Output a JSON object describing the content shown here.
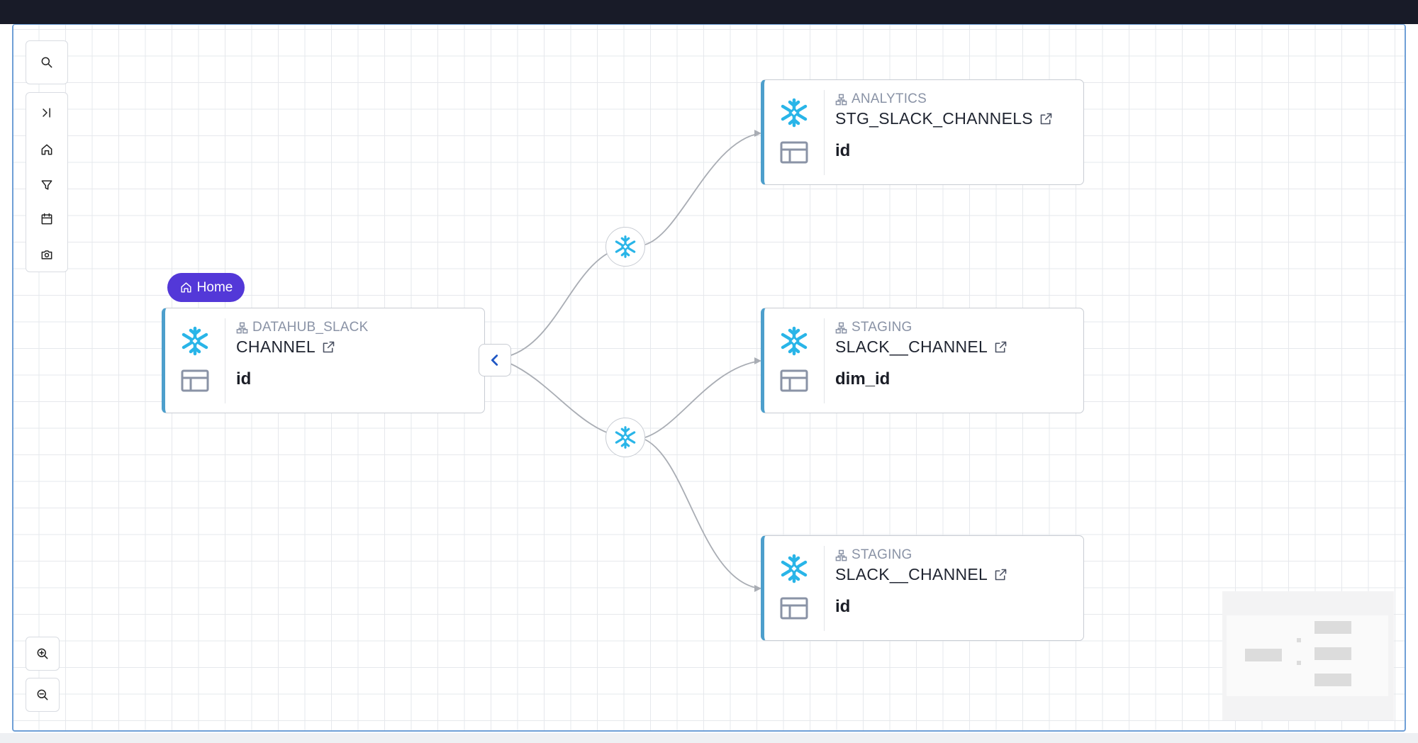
{
  "toolbar": {
    "search_icon": "search-icon",
    "top_group": [
      "collapse-panel-icon",
      "home-icon",
      "filter-icon",
      "calendar-icon",
      "camera-icon"
    ],
    "zoom_in_icon": "zoom-in-icon",
    "zoom_out_icon": "zoom-out-icon"
  },
  "home_badge": {
    "label": "Home",
    "icon": "home-icon",
    "color": "#5338d8"
  },
  "nodes": [
    {
      "platform": "snowflake",
      "schema": "DATAHUB_SLACK",
      "name": "CHANNEL",
      "column": "id"
    },
    {
      "platform": "snowflake",
      "schema": "ANALYTICS",
      "name": "STG_SLACK_CHANNELS",
      "column": "id"
    },
    {
      "platform": "snowflake",
      "schema": "STAGING",
      "name": "SLACK__CHANNEL",
      "column": "dim_id"
    },
    {
      "platform": "snowflake",
      "schema": "STAGING",
      "name": "SLACK__CHANNEL",
      "column": "id"
    }
  ],
  "colors": {
    "accent": "#4d9fcc",
    "snowflake": "#29b5e8",
    "collapse": "#1f57c4"
  }
}
